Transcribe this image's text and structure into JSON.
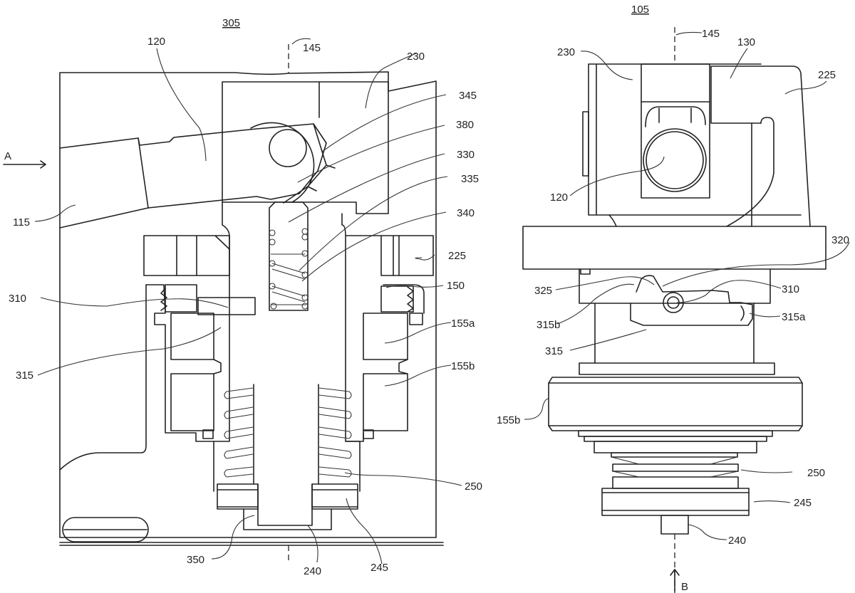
{
  "figures": [
    {
      "id": "left",
      "title": "305"
    },
    {
      "id": "right",
      "title": "105"
    }
  ],
  "left_labels": {
    "l120": "120",
    "l145": "145",
    "l230": "230",
    "l345": "345",
    "l380": "380",
    "l330": "330",
    "l335": "335",
    "l340": "340",
    "l225": "225",
    "l150": "150",
    "l155a": "155a",
    "l155b": "155b",
    "l310": "310",
    "l315": "315",
    "l115": "115",
    "l250": "250",
    "l350": "350",
    "l240": "240",
    "l245": "245",
    "arrowA": "A"
  },
  "right_labels": {
    "l145": "145",
    "l230": "230",
    "l130": "130",
    "l225": "225",
    "l120": "120",
    "l320": "320",
    "l325": "325",
    "l310": "310",
    "l315b": "315b",
    "l315a": "315a",
    "l315": "315",
    "l155b": "155b",
    "l250": "250",
    "l245": "245",
    "l240": "240",
    "arrowB": "B"
  }
}
